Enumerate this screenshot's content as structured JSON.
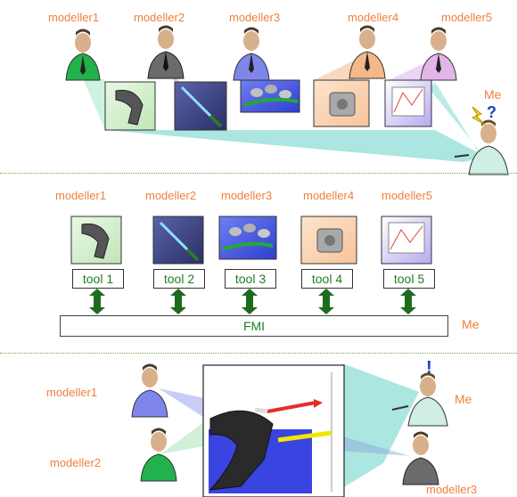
{
  "colors": {
    "label": "#f07f3c",
    "tool_text": "#1e7d24",
    "arrow": "#1e6b1e",
    "beam": "#7fd6d0",
    "divider": "#6aa84f"
  },
  "section1": {
    "modellers": [
      "modeller1",
      "modeller2",
      "modeller3",
      "modeller4",
      "modeller5"
    ],
    "me_label": "Me",
    "question_mark": "?"
  },
  "section2": {
    "modellers": [
      "modeller1",
      "modeller2",
      "modeller3",
      "modeller4",
      "modeller5"
    ],
    "tools": [
      "tool 1",
      "tool 2",
      "tool 3",
      "tool 4",
      "tool 5"
    ],
    "fmi_label": "FMI",
    "me_label": "Me"
  },
  "section3": {
    "modeller1": "modeller1",
    "modeller2": "modeller2",
    "modeller3": "modeller3",
    "me_label": "Me",
    "exclamation": "!"
  }
}
